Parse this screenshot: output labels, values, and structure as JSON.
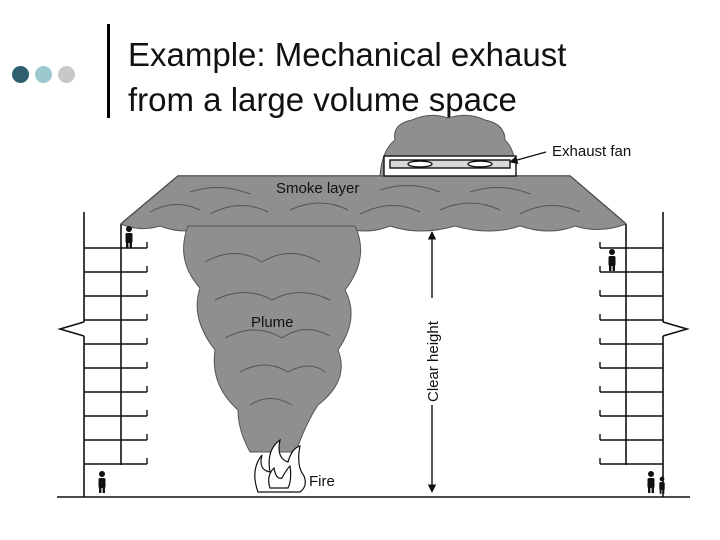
{
  "slide": {
    "title_line1": "Example: Mechanical exhaust",
    "title_line2": "from a large volume space",
    "bullet_colors": [
      "#2d5f6e",
      "#9cc9cf",
      "#c8c8c8"
    ]
  },
  "diagram": {
    "labels": {
      "exhaust_fan": "Exhaust fan",
      "smoke_layer": "Smoke layer",
      "plume": "Plume",
      "clear_height": "Clear height",
      "fire": "Fire"
    },
    "smoke_color": "#8f8f8f"
  }
}
